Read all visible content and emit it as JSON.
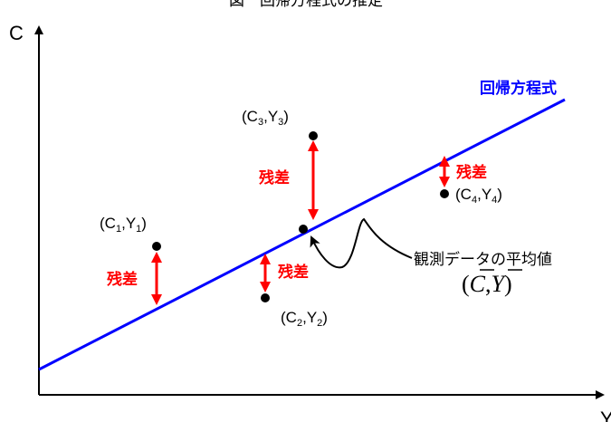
{
  "title": "図　回帰方程式の推定",
  "axes": {
    "y_label": "C",
    "x_label": "Y"
  },
  "regression_line": {
    "label": "回帰方程式",
    "color": "#0000ff"
  },
  "residual": {
    "label": "残差",
    "color": "#ff0000"
  },
  "points": [
    {
      "var_c": "C",
      "sub_c": "1",
      "var_y": "Y",
      "sub_y": "1"
    },
    {
      "var_c": "C",
      "sub_c": "2",
      "var_y": "Y",
      "sub_y": "2"
    },
    {
      "var_c": "C",
      "sub_c": "3",
      "var_y": "Y",
      "sub_y": "3"
    },
    {
      "var_c": "C",
      "sub_c": "4",
      "var_y": "Y",
      "sub_y": "4"
    }
  ],
  "mean": {
    "label": "観測データの平均値",
    "formula_c": "C",
    "formula_y": "Y"
  }
}
